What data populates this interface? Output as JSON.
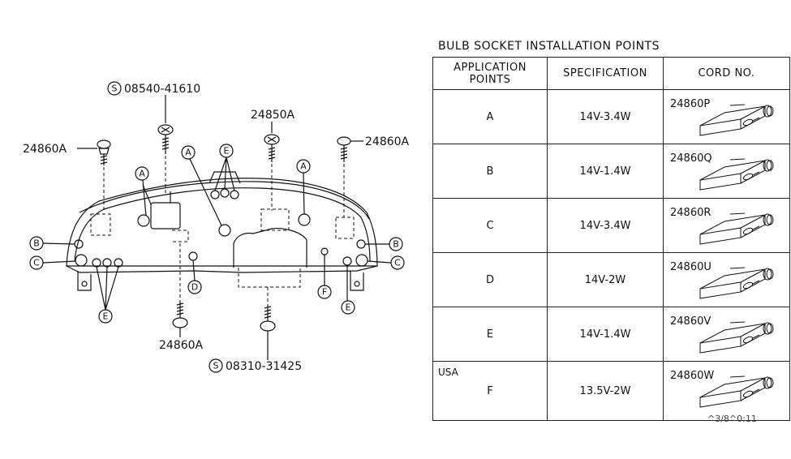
{
  "diagram": {
    "part_labels": {
      "top_screw_s": "08540-41610",
      "bottom_screw_s": "08310-31425",
      "center_top": "24850A",
      "left_top": "24860A",
      "right_top": "24860A",
      "bottom_left": "24860A",
      "s_mark": "S"
    },
    "points": {
      "a": "A",
      "b": "B",
      "c": "C",
      "d": "D",
      "e": "E",
      "f": "F"
    }
  },
  "table": {
    "title": "BULB SOCKET INSTALLATION POINTS",
    "headers": {
      "application_points_line1": "APPLICATION",
      "application_points_line2": "POINTS",
      "specification": "SPECIFICATION",
      "cord_no": "CORD NO."
    },
    "rows": [
      {
        "point": "A",
        "spec": "14V-3.4W",
        "cord": "24860P",
        "note": ""
      },
      {
        "point": "B",
        "spec": "14V-1.4W",
        "cord": "24860Q",
        "note": ""
      },
      {
        "point": "C",
        "spec": "14V-3.4W",
        "cord": "24860R",
        "note": ""
      },
      {
        "point": "D",
        "spec": "14V-2W",
        "cord": "24860U",
        "note": ""
      },
      {
        "point": "E",
        "spec": "14V-1.4W",
        "cord": "24860V",
        "note": ""
      },
      {
        "point": "F",
        "spec": "13.5V-2W",
        "cord": "24860W",
        "note": "USA"
      }
    ]
  },
  "reference_code": "^3/8^0:11"
}
